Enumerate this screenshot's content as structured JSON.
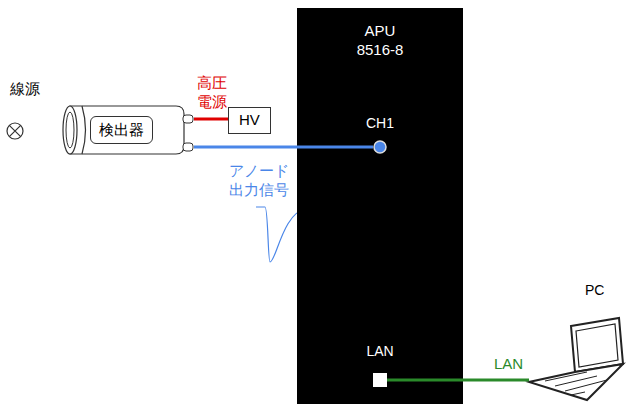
{
  "diagram": {
    "nodes": [
      {
        "text": [
          "線源"
        ]
      },
      {
        "text": [
          "検出器"
        ]
      },
      {
        "text": [
          "HV"
        ]
      },
      {
        "text": [
          "APU 8516-8"
        ]
      },
      {
        "text": [
          "CH1"
        ],
        "in": 3
      },
      {
        "text": [
          "LAN"
        ],
        "in": 3
      },
      {
        "text": [
          "PC"
        ]
      }
    ],
    "edges": [
      {
        "from": 1,
        "to": 2,
        "arrow": "none",
        "label": "高圧 電源"
      },
      {
        "from": 1,
        "to": 4,
        "arrow": "none",
        "label": "アノード 出力信号"
      },
      {
        "from": 5,
        "to": 6,
        "arrow": "none",
        "label": "LAN"
      }
    ]
  }
}
